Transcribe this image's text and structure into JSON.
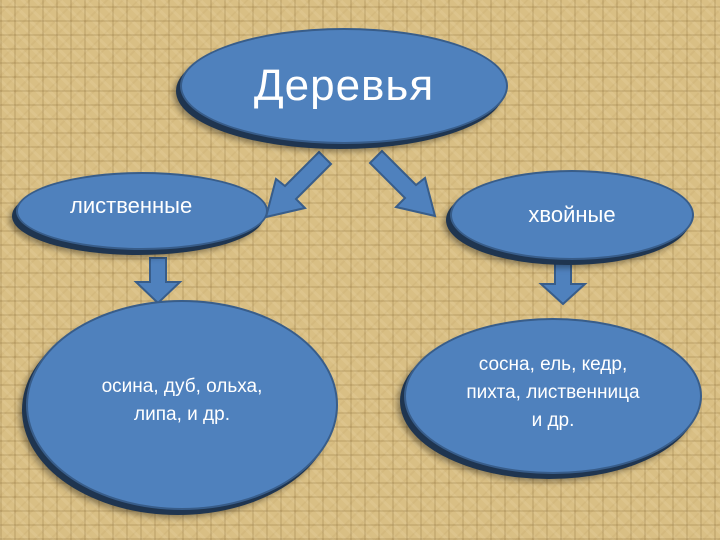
{
  "diagram": {
    "root": {
      "label": "Деревья"
    },
    "categories": [
      {
        "label": "лиственные",
        "examples": "осина, дуб, ольха,\nлипа, и др."
      },
      {
        "label": "хвойные",
        "examples": "сосна, ель, кедр,\nпихта, лиственница\nи др."
      }
    ]
  },
  "colors": {
    "node_fill": "#4f81bd",
    "node_border": "#385d8a",
    "node_shadow": "#1f3550",
    "text": "#ffffff",
    "background": "#d9bf84"
  }
}
